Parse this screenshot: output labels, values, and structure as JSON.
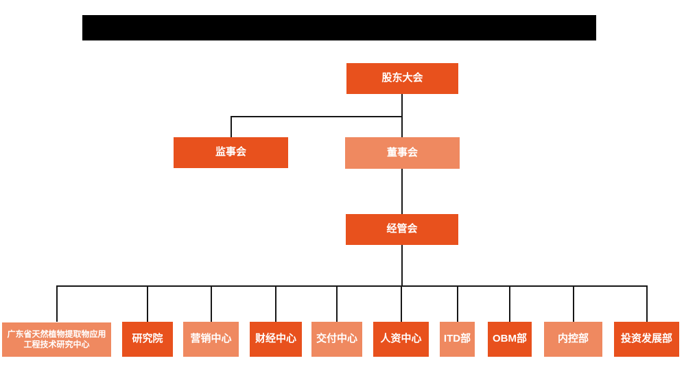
{
  "page": {
    "title_redacted": true
  },
  "chart": {
    "type": "org-chart",
    "colors": {
      "primary": "#E8511D",
      "secondary": "#EF8960",
      "line": "#161616",
      "node_text": "#FFFFFF",
      "redacted_bar": "#000000"
    },
    "nodes": {
      "shareholders": {
        "label": "股东大会",
        "tone": "dark"
      },
      "supervisory": {
        "label": "监事会",
        "tone": "dark"
      },
      "board": {
        "label": "董事会",
        "tone": "light"
      },
      "management": {
        "label": "经管会",
        "tone": "dark"
      }
    },
    "departments": [
      {
        "label": "广东省天然植物提取物应用工程技术研究中心",
        "tone": "light"
      },
      {
        "label": "研究院",
        "tone": "dark"
      },
      {
        "label": "营销中心",
        "tone": "light"
      },
      {
        "label": "财经中心",
        "tone": "dark"
      },
      {
        "label": "交付中心",
        "tone": "light"
      },
      {
        "label": "人资中心",
        "tone": "dark"
      },
      {
        "label": "ITD部",
        "tone": "light"
      },
      {
        "label": "OBM部",
        "tone": "dark"
      },
      {
        "label": "内控部",
        "tone": "light"
      },
      {
        "label": "投资发展部",
        "tone": "dark"
      }
    ],
    "hierarchy": {
      "root": "股东大会",
      "children_of_root": [
        "监事会",
        "董事会"
      ],
      "child_of_board": "经管会",
      "children_of_management": [
        "广东省天然植物提取物应用工程技术研究中心",
        "研究院",
        "营销中心",
        "财经中心",
        "交付中心",
        "人资中心",
        "ITD部",
        "OBM部",
        "内控部",
        "投资发展部"
      ]
    }
  }
}
